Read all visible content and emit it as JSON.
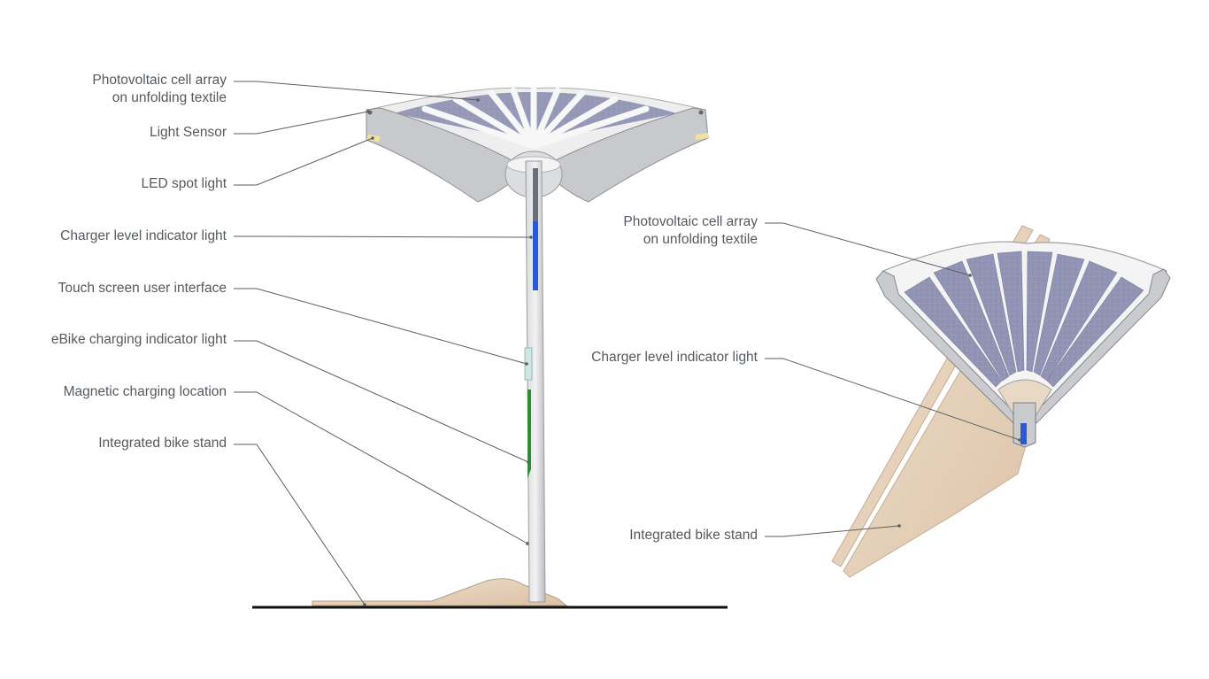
{
  "side_view": {
    "labels": [
      {
        "key": "pv",
        "line1": "Photovoltaic cell array",
        "line2": "on unfolding textile"
      },
      {
        "key": "light_sensor",
        "line1": "Light Sensor"
      },
      {
        "key": "led",
        "line1": "LED spot light"
      },
      {
        "key": "charger_level",
        "line1": "Charger level indicator light"
      },
      {
        "key": "touch",
        "line1": "Touch screen user interface"
      },
      {
        "key": "ebike",
        "line1": "eBike charging indicator light"
      },
      {
        "key": "magnetic",
        "line1": "Magnetic charging location"
      },
      {
        "key": "stand",
        "line1": "Integrated bike stand"
      }
    ]
  },
  "top_view": {
    "labels": [
      {
        "key": "pv",
        "line1": "Photovoltaic cell array",
        "line2": "on unfolding textile"
      },
      {
        "key": "charger_level",
        "line1": "Charger level indicator light"
      },
      {
        "key": "stand",
        "line1": "Integrated bike stand"
      }
    ]
  },
  "colors": {
    "label_text": "#555a5f",
    "leader_line": "#5a5f64",
    "pv_cells": "#8f92b3",
    "frame": "#c9cbce",
    "canopy_white": "#f4f4f4",
    "wood": "#e7d3bd",
    "indicator_blue": "#2a5bd7",
    "indicator_green": "#2f8a3a",
    "led_yellow": "#f0e2a0",
    "ground": "#111111"
  }
}
